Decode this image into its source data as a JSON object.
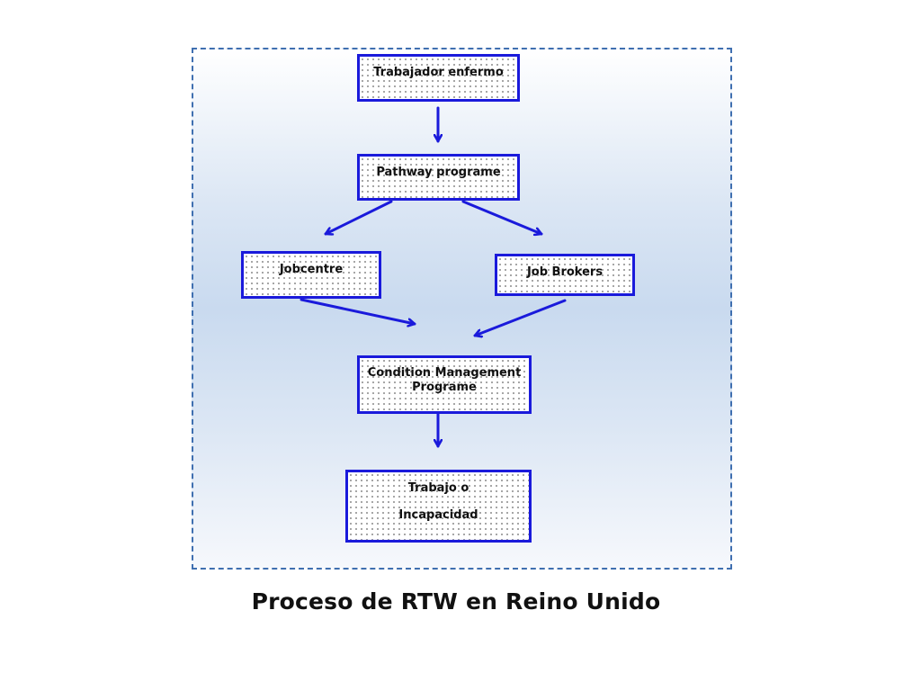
{
  "diagram": {
    "nodes": {
      "trabajador": {
        "lines": [
          "Trabajador enfermo"
        ]
      },
      "pathway": {
        "lines": [
          "Pathway programe"
        ]
      },
      "jobcentre": {
        "lines": [
          "Jobcentre"
        ]
      },
      "job_brokers": {
        "lines": [
          "Job Brokers"
        ]
      },
      "condition_management": {
        "lines": [
          "Condition Management",
          "Programe"
        ]
      },
      "trabajo": {
        "lines": [
          "Trabajo o",
          "Incapacidad"
        ]
      }
    },
    "edges": [
      {
        "from": "trabajador",
        "to": "pathway"
      },
      {
        "from": "pathway",
        "to": "jobcentre"
      },
      {
        "from": "pathway",
        "to": "job_brokers"
      },
      {
        "from": "jobcentre",
        "to": "condition_management"
      },
      {
        "from": "job_brokers",
        "to": "condition_management"
      },
      {
        "from": "condition_management",
        "to": "trabajo"
      }
    ],
    "colors": {
      "box_border": "#1a1adb",
      "arrow": "#1a1adb",
      "frame_border": "#3f6fb0"
    }
  },
  "caption": "Proceso de RTW en Reino Unido"
}
